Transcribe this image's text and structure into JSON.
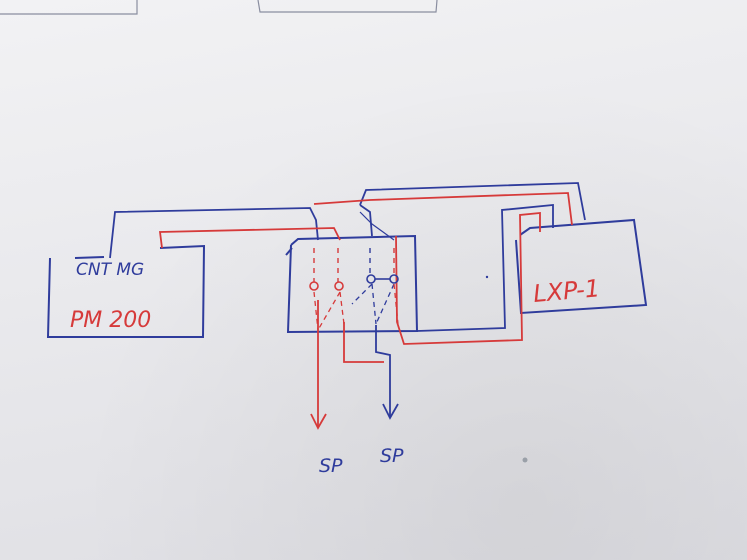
{
  "colors": {
    "blue_ink": "#2f3c9c",
    "red_ink": "#d63a3a",
    "paper": "#ececef",
    "box_gray": "#8a8ea0"
  },
  "labels": {
    "pm_top": "CNT MG",
    "pm_name": "PM 200",
    "lxp": "LXP-1",
    "sp_left": "SP",
    "sp_right": "SP"
  }
}
